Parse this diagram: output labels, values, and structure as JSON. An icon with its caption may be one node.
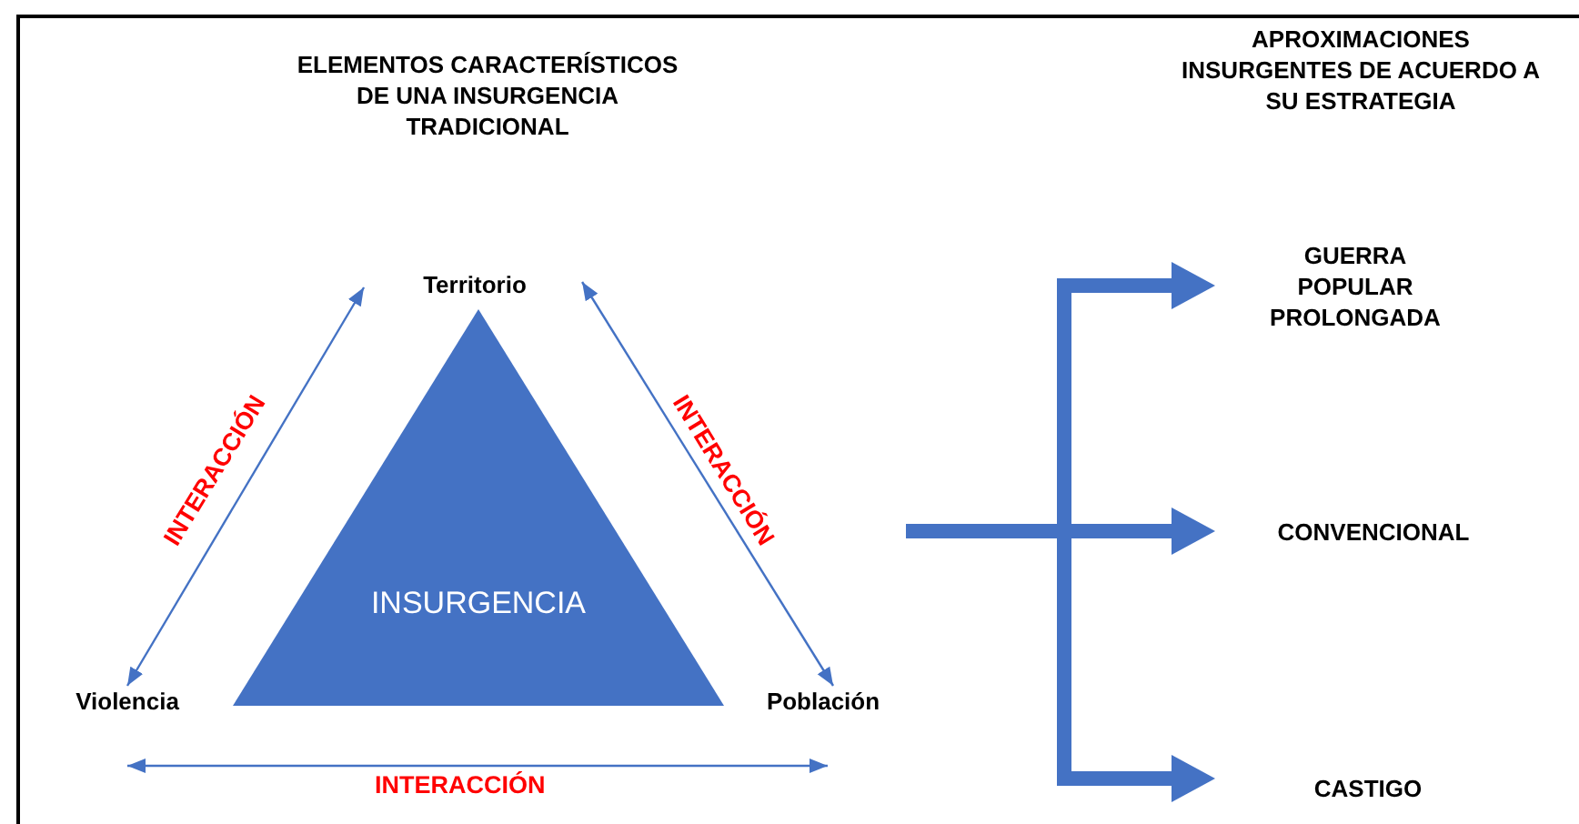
{
  "diagram": {
    "nodes": [
      {
        "text": [
          "Territorio"
        ]
      },
      {
        "text": [
          "Violencia"
        ]
      },
      {
        "text": [
          "Población"
        ]
      },
      {
        "text": [
          "INSURGENCIA"
        ]
      },
      {
        "text": [
          "GUERRA POPULAR PROLONGADA"
        ]
      },
      {
        "text": [
          "CONVENCIONAL"
        ]
      },
      {
        "text": [
          "CASTIGO"
        ]
      }
    ],
    "edges": [
      {
        "from": 1,
        "to": 0,
        "arrow": "both",
        "label": "INTERACCIÓN"
      },
      {
        "from": 0,
        "to": 2,
        "arrow": "both",
        "label": "INTERACCIÓN"
      },
      {
        "from": 1,
        "to": 2,
        "arrow": "both",
        "label": "INTERACCIÓN"
      },
      {
        "from": null,
        "to": 4,
        "arrow": "to",
        "style": "thick"
      },
      {
        "from": null,
        "to": 5,
        "arrow": "to",
        "style": "thick"
      },
      {
        "from": null,
        "to": 6,
        "arrow": "to",
        "style": "thick"
      }
    ],
    "labels": [
      "ELEMENTOS CARACTERÍSTICOS DE UNA INSURGENCIA TRADICIONAL",
      "APROXIMACIONES INSURGENTES DE ACUERDO A SU ESTRATEGIA"
    ]
  }
}
